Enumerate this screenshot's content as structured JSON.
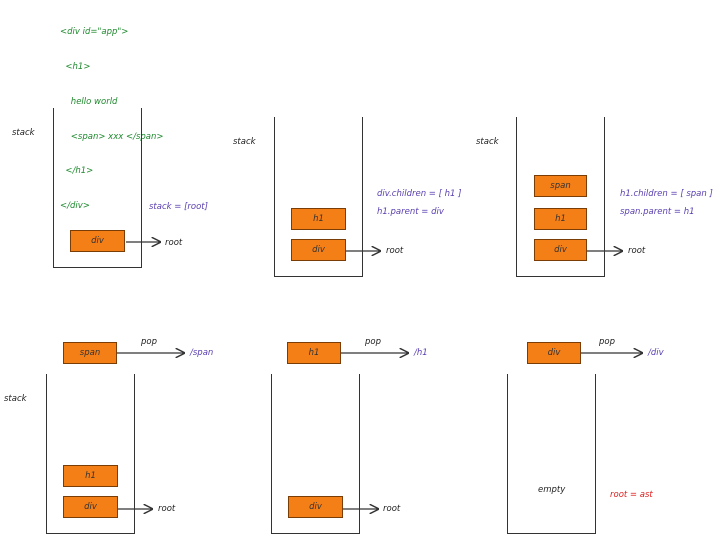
{
  "code": [
    "<div id=\"app\">",
    "  <h1>",
    "    hello world",
    "    <span> xxx </span>",
    "  </h1>",
    "</div>"
  ],
  "labels": {
    "stack": "stack",
    "root": "root",
    "pop": "pop",
    "empty": "empty"
  },
  "boxes": {
    "div": "div",
    "h1": "h1",
    "span": "span"
  },
  "notes": {
    "step1_stack": "stack = [root]",
    "step2_children": "div.children = [ h1 ]",
    "step2_parent": "h1.parent = div",
    "step3_children": "h1.children = [ span ]",
    "step3_parent": "span.parent = h1",
    "pop_span": "/span",
    "pop_h1": "/h1",
    "pop_div": "/div",
    "result": "root = ast"
  },
  "colors": {
    "box_fill": "#f57f17",
    "code": "#1f8a2e",
    "note": "#5a3fb0",
    "result": "#e02020"
  }
}
